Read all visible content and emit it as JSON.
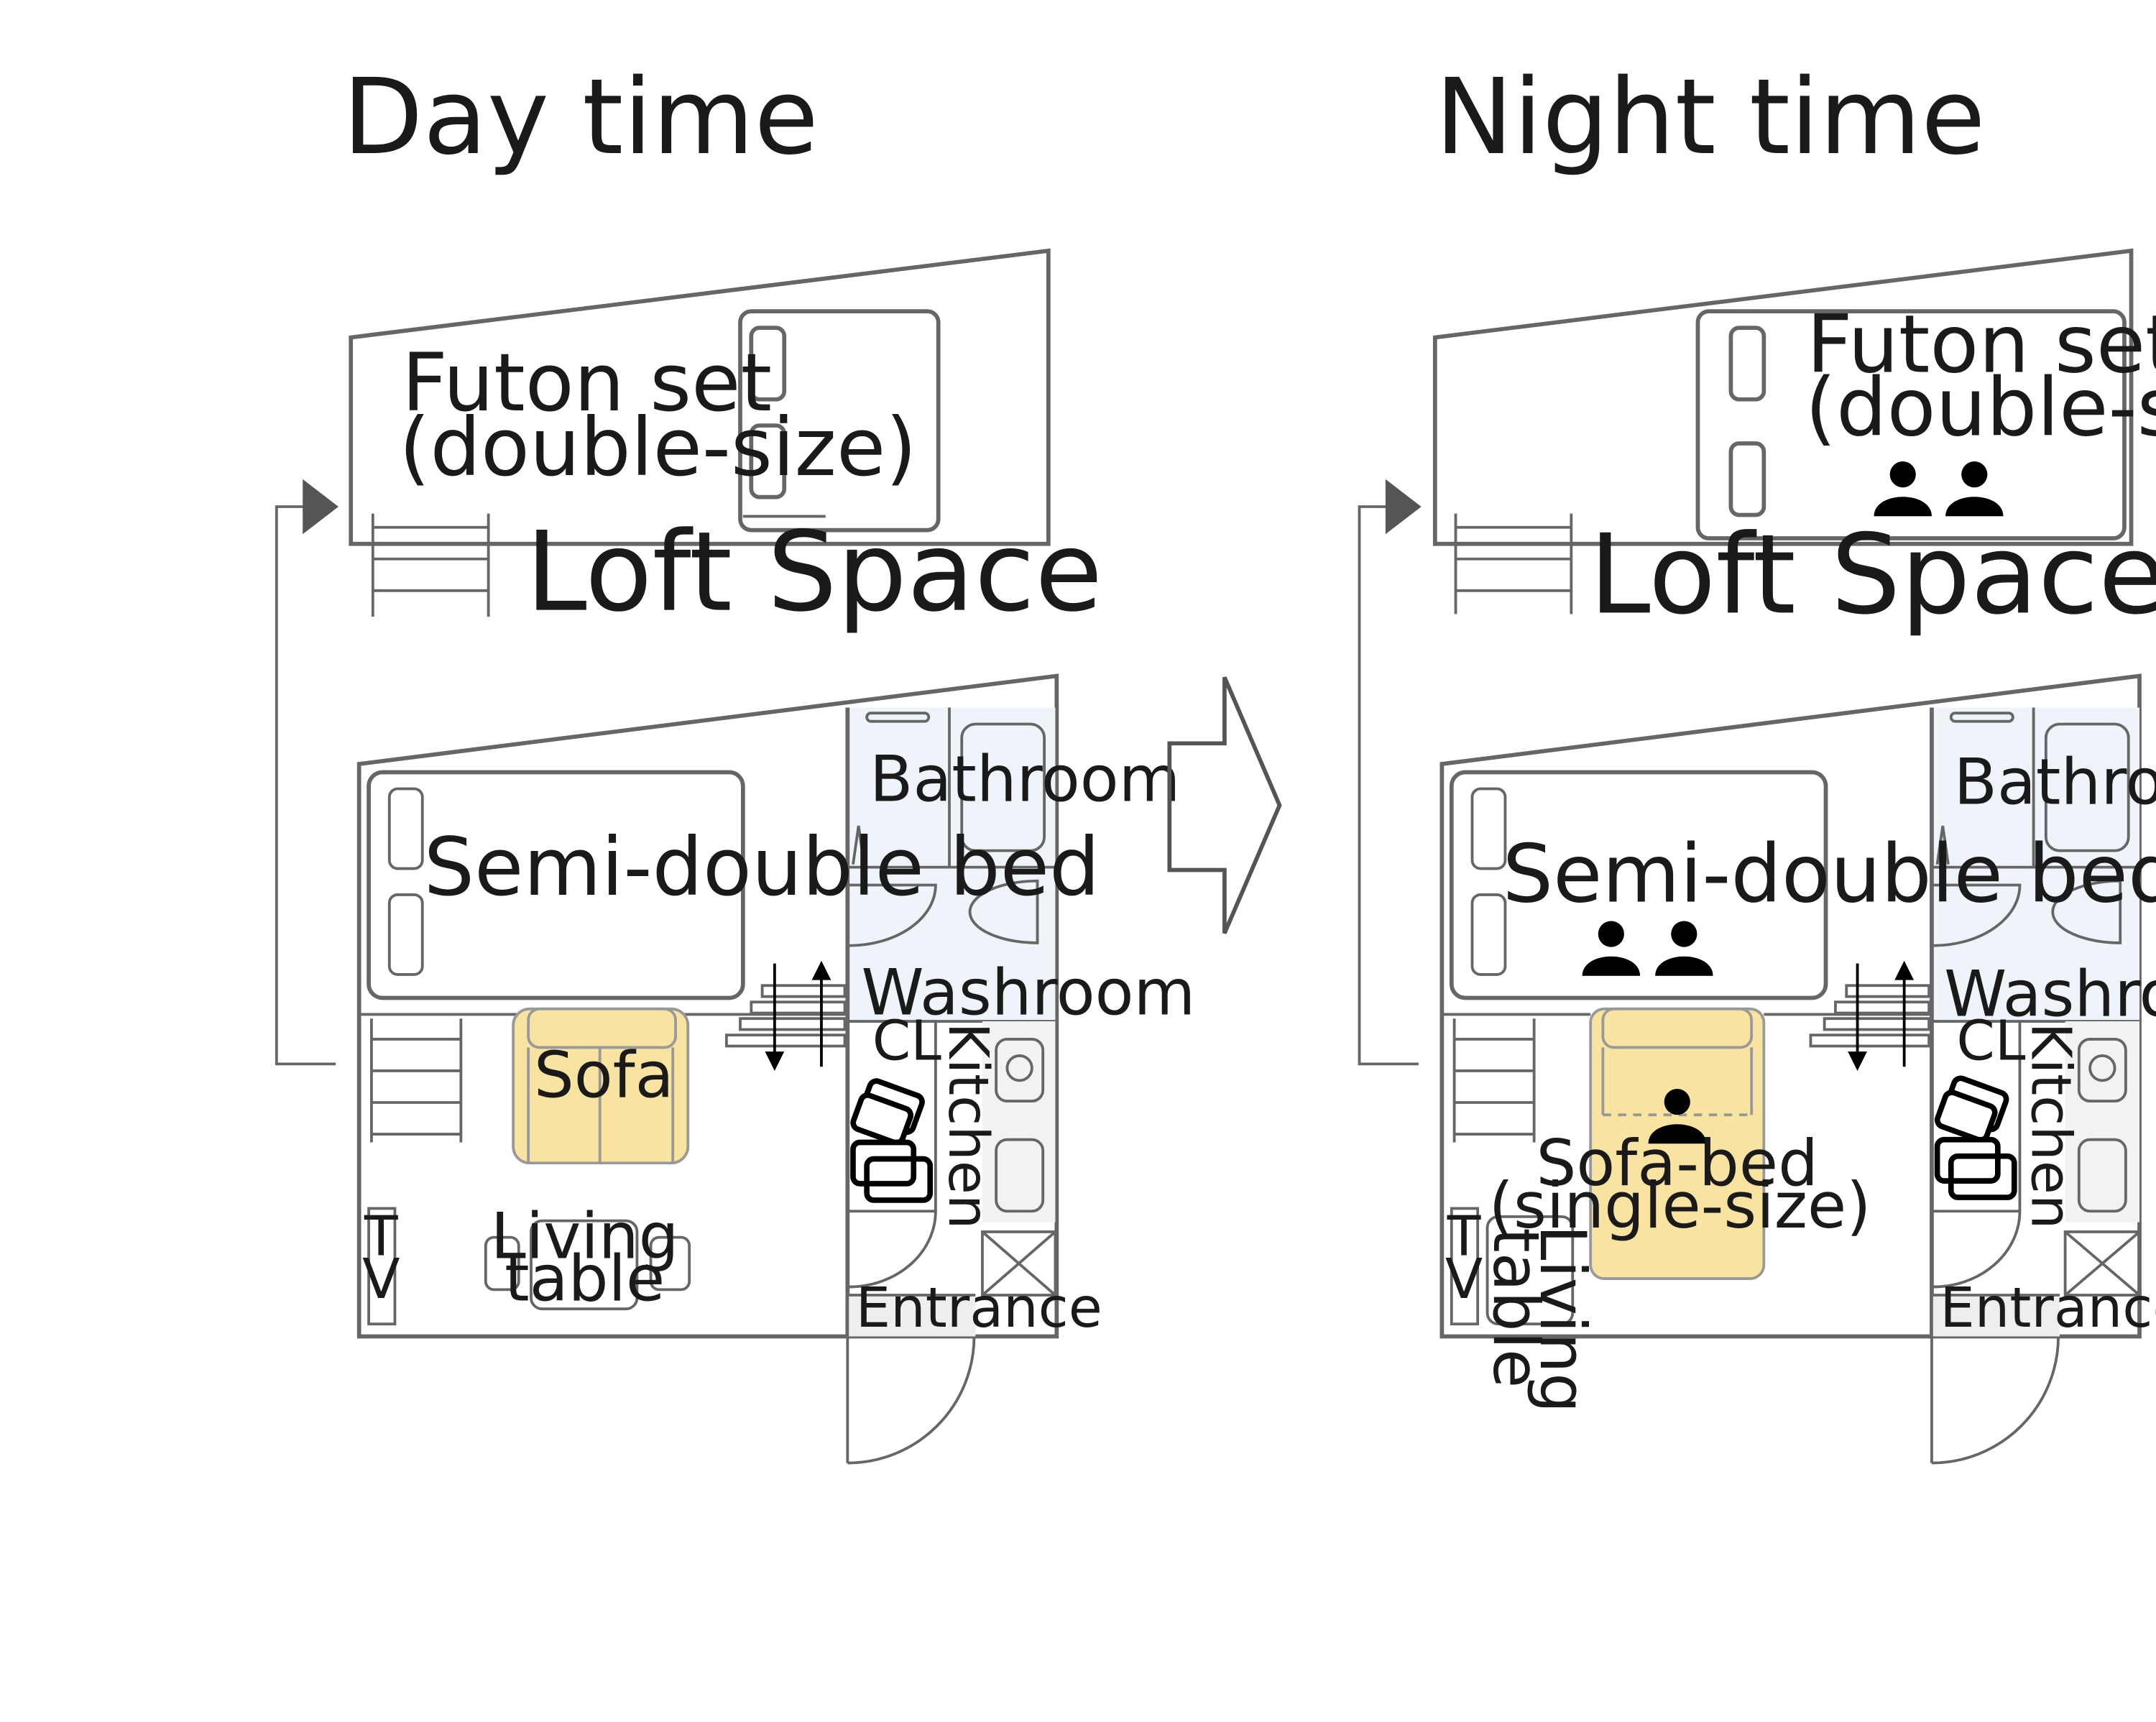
{
  "colors": {
    "line": "#666666",
    "sofa_fill": "#f8e3a0",
    "sofa_stroke": "#999999",
    "wet_area": "#eef4f9",
    "person": "#000000"
  },
  "panels": {
    "day": {
      "title": "Day time",
      "loft": {
        "label": "Loft Space",
        "futon_line1": "Futon set",
        "futon_line2": "(double-size)",
        "person_icons": 0
      },
      "bed_label": "Semi-double bed",
      "bed_person_icons": 0,
      "sofa_label": "Sofa",
      "table_line1": "Living",
      "table_line2": "table",
      "tv_line1": "T",
      "tv_line2": "V",
      "bathroom": "Bathroom",
      "washroom": "Washroom",
      "closet": "CL",
      "kitchen": "Kitchen",
      "entrance": "Entrance"
    },
    "night": {
      "title": "Night time",
      "loft": {
        "label": "Loft Space",
        "futon_line1": "Futon set",
        "futon_line2": "(double-size)",
        "person_icons": 2
      },
      "bed_label": "Semi-double bed",
      "bed_person_icons": 2,
      "sofa_line1": "Sofa-bed",
      "sofa_line2": "(single-size)",
      "sofa_person_icons": 1,
      "table_line1": "Living",
      "table_line2": "table",
      "tv_line1": "T",
      "tv_line2": "V",
      "bathroom": "Bathroom",
      "washroom": "Washroom",
      "closet": "CL",
      "kitchen": "Kitchen",
      "entrance": "Entrance"
    }
  },
  "icons": {
    "transition": "right-arrow-icon",
    "loft_access": "loft-access-arrow-icon",
    "person": "person-icon",
    "pillow": "pillow-icon",
    "towel": "towel-icon",
    "stairs": "stairs-icon"
  }
}
